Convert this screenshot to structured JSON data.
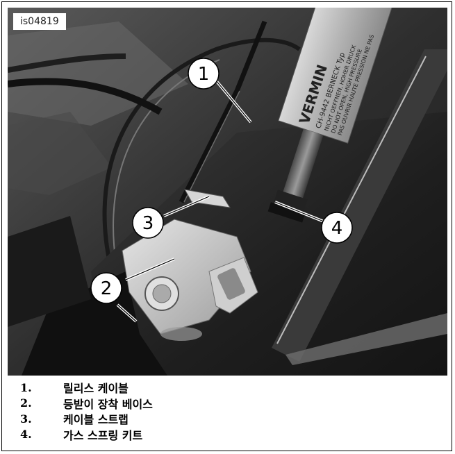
{
  "figure": {
    "image_id": "is04819",
    "gas_spring_label": {
      "brand": "VERMIN",
      "line1": "CH-9442 BERNECK Typ",
      "line2": "NICHT OEFFNEN, HOHER DRUCK",
      "line3": "DO NOT OPEN, HIGH PRESSURE",
      "line4": "PAS OUVRIR HAUTE PRESSION NE PAS"
    },
    "callouts": [
      {
        "number": "1"
      },
      {
        "number": "2"
      },
      {
        "number": "3"
      },
      {
        "number": "4"
      }
    ]
  },
  "legend": [
    {
      "number": "1.",
      "text": "릴리스 케이블"
    },
    {
      "number": "2.",
      "text": "등받이 장착 베이스"
    },
    {
      "number": "3.",
      "text": "케이블 스트랩"
    },
    {
      "number": "4.",
      "text": "가스 스프링 키트"
    }
  ]
}
